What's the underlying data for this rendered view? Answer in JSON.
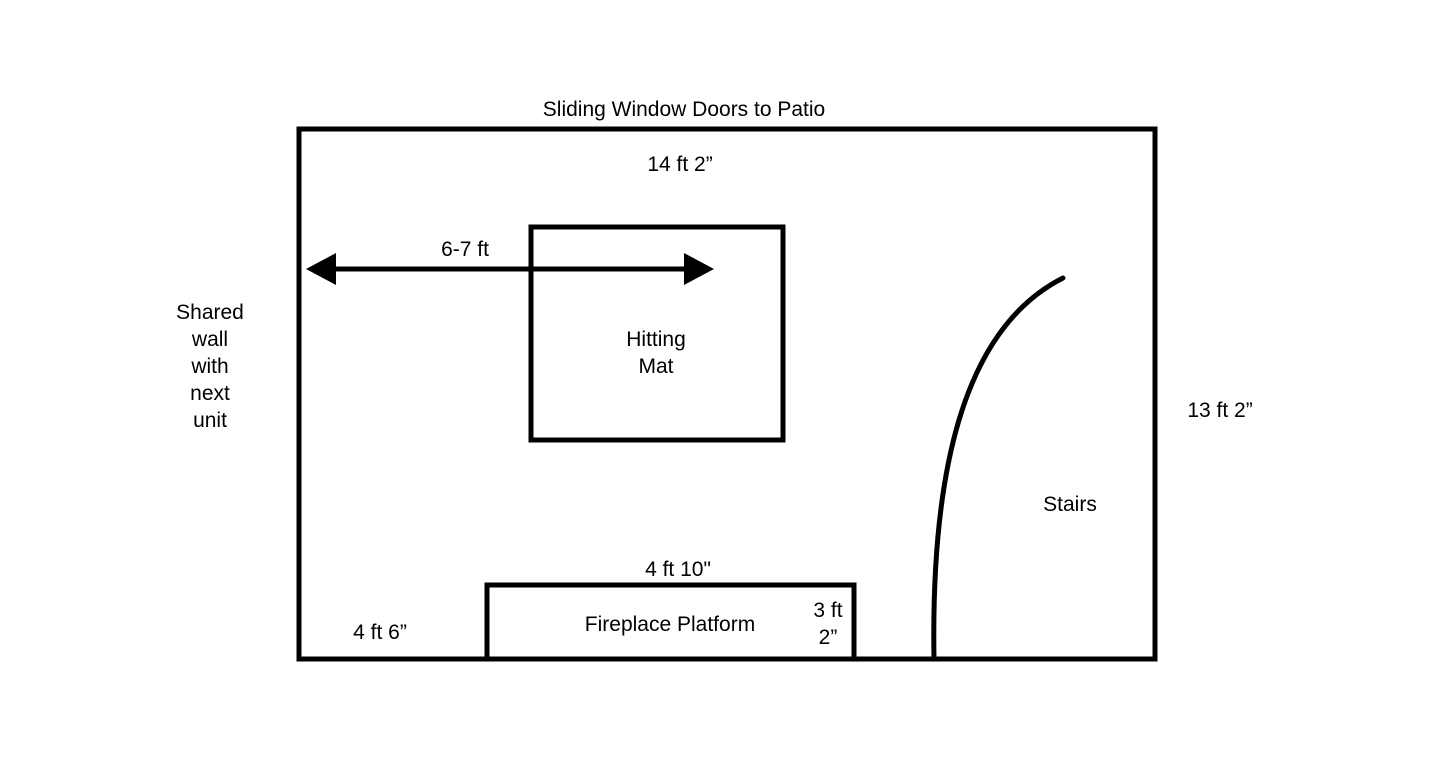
{
  "diagram": {
    "top_label": "Sliding Window Doors to Patio",
    "width_dimension": "14 ft 2”",
    "height_dimension": "13 ft 2”",
    "left_wall_label": [
      "Shared",
      "wall",
      "with",
      "next",
      "unit"
    ],
    "clearance_dimension": "6-7 ft",
    "hitting_mat_label": [
      "Hitting",
      "Mat"
    ],
    "stairs_label": "Stairs",
    "fireplace_label": "Fireplace Platform",
    "fireplace_width": "4 ft 10\"",
    "fireplace_depth": [
      "3 ft",
      "2”"
    ],
    "fireplace_offset": "4 ft 6”"
  },
  "colors": {
    "line": "#000000",
    "background": "#ffffff"
  }
}
